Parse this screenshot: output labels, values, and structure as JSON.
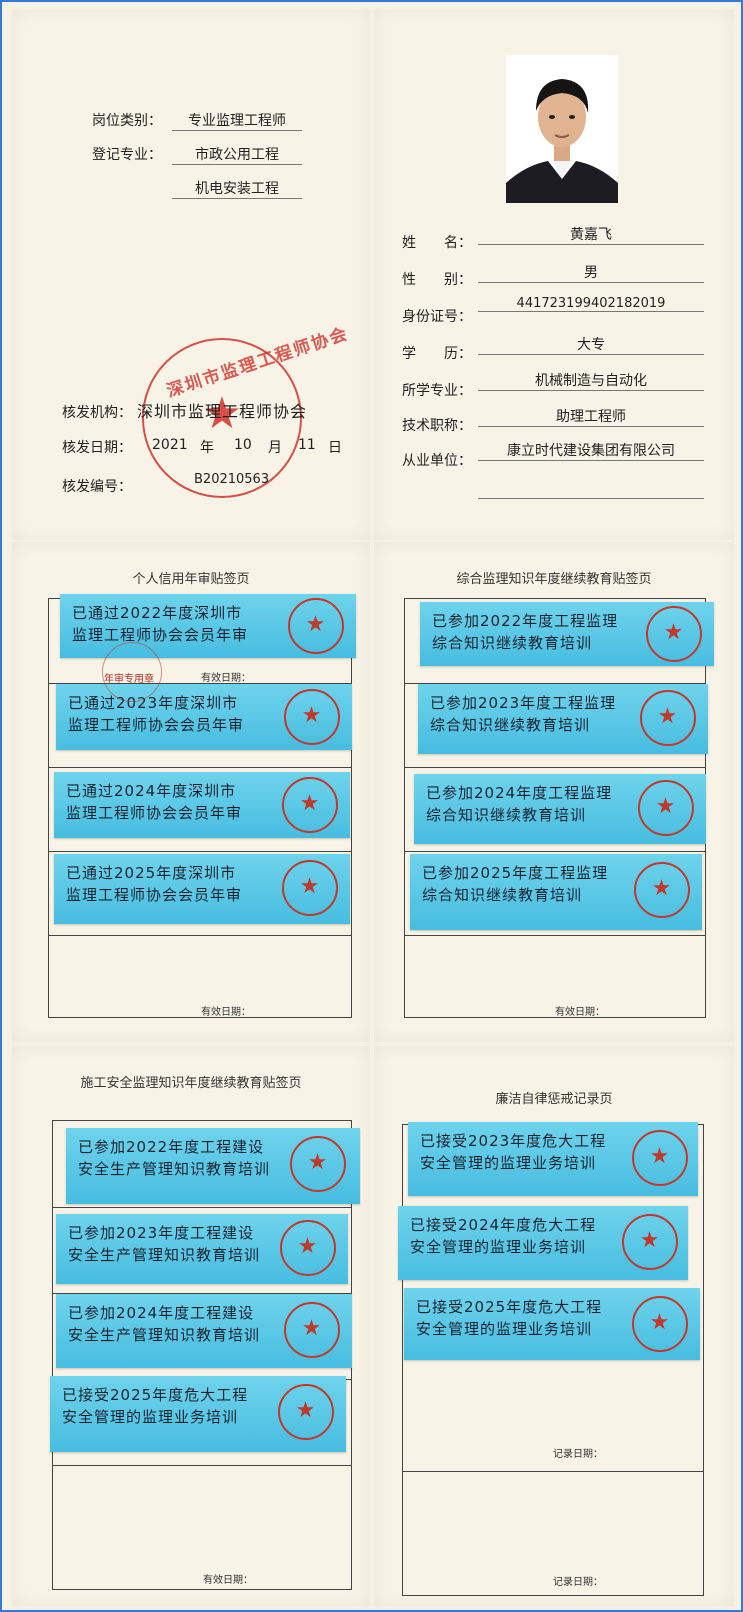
{
  "cert": {
    "left_fields": [
      {
        "label": "岗位类别：",
        "value": "专业监理工程师"
      },
      {
        "label": "登记专业：",
        "value": "市政公用工程"
      },
      {
        "label": "",
        "value": "机电安装工程"
      }
    ],
    "issuer_label": "核发机构：",
    "issuer_value": "深圳市监理工程师协会",
    "date_label": "核发日期：",
    "date_year": "2021",
    "date_year_unit": "年",
    "date_month": "10",
    "date_month_unit": "月",
    "date_day": "11",
    "date_day_unit": "日",
    "number_label": "核发编号：",
    "number_value": "B20210563",
    "seal_ring": "深圳市监理工程师协会",
    "right_fields": [
      {
        "label": "姓　　名：",
        "value": "黄嘉飞"
      },
      {
        "label": "性　　别：",
        "value": "男"
      },
      {
        "label": "身份证号：",
        "value": "441723199402182019"
      },
      {
        "label": "学　　历：",
        "value": "大专"
      },
      {
        "label": "所学专业：",
        "value": "机械制造与自动化"
      },
      {
        "label": "技术职称：",
        "value": "助理工程师"
      },
      {
        "label": "从业单位：",
        "value": "康立时代建设集团有限公司"
      }
    ]
  },
  "credit": {
    "title": "个人信用年审贴签页",
    "stickers": [
      {
        "l1": "已通过2022年度深圳市",
        "l2": "监理工程师协会会员年审"
      },
      {
        "l1": "已通过2023年度深圳市",
        "l2": "监理工程师协会会员年审"
      },
      {
        "l1": "已通过2024年度深圳市",
        "l2": "监理工程师协会会员年审"
      },
      {
        "l1": "已通过2025年度深圳市",
        "l2": "监理工程师协会会员年审"
      }
    ],
    "valid_label": "有效日期：",
    "stamp_label": "年审专用章"
  },
  "education": {
    "title": "综合监理知识年度继续教育贴签页",
    "stickers": [
      {
        "l1": "已参加2022年度工程监理",
        "l2": "综合知识继续教育培训"
      },
      {
        "l1": "已参加2023年度工程监理",
        "l2": "综合知识继续教育培训"
      },
      {
        "l1": "已参加2024年度工程监理",
        "l2": "综合知识继续教育培训"
      },
      {
        "l1": "已参加2025年度工程监理",
        "l2": "综合知识继续教育培训"
      }
    ],
    "valid_label": "有效日期："
  },
  "safety": {
    "title": "施工安全监理知识年度继续教育贴签页",
    "stickers": [
      {
        "l1": "已参加2022年度工程建设",
        "l2": "安全生产管理知识教育培训"
      },
      {
        "l1": "已参加2023年度工程建设",
        "l2": "安全生产管理知识教育培训"
      },
      {
        "l1": "已参加2024年度工程建设",
        "l2": "安全生产管理知识教育培训"
      },
      {
        "l1": "已接受2025年度危大工程",
        "l2": "安全管理的监理业务培训"
      }
    ],
    "valid_label": "有效日期："
  },
  "integrity": {
    "title": "廉洁自律惩戒记录页",
    "stickers": [
      {
        "l1": "已接受2023年度危大工程",
        "l2": "安全管理的监理业务培训"
      },
      {
        "l1": "已接受2024年度危大工程",
        "l2": "安全管理的监理业务培训"
      },
      {
        "l1": "已接受2025年度危大工程",
        "l2": "安全管理的监理业务培训"
      }
    ],
    "record_label": "记录日期："
  }
}
